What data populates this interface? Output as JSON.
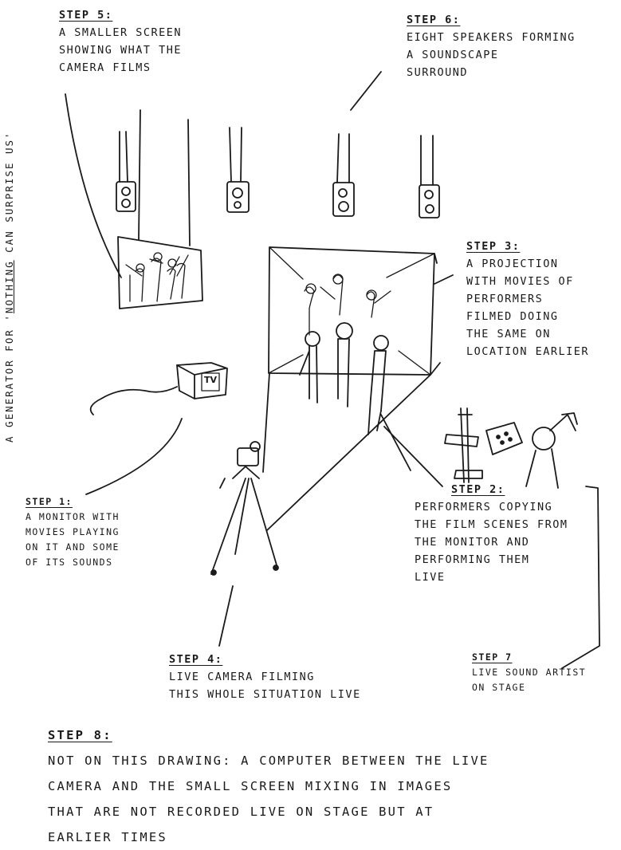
{
  "vertical_caption": {
    "prefix": "A GENERATOR FOR '",
    "underlined": "NOTHING",
    "suffix": " CAN SURPRISE US'"
  },
  "steps": {
    "step5": {
      "head": "STEP 5:",
      "lines": [
        "A SMALLER SCREEN",
        "SHOWING WHAT THE",
        "CAMERA FILMS"
      ]
    },
    "step6": {
      "head": "STEP 6:",
      "lines": [
        "EIGHT SPEAKERS FORMING",
        "A SOUNDSCAPE",
        "SURROUND"
      ]
    },
    "step3": {
      "head": "STEP 3:",
      "lines": [
        "A PROJECTION",
        "WITH MOVIES OF",
        "PERFORMERS",
        "FILMED DOING",
        "THE SAME ON",
        "LOCATION EARLIER"
      ]
    },
    "step1": {
      "head": "STEP 1:",
      "lines": [
        "A MONITOR WITH",
        "MOVIES PLAYING",
        "ON IT AND SOME",
        "OF ITS SOUNDS"
      ]
    },
    "step2": {
      "head": "STEP 2:",
      "lines": [
        "PERFORMERS COPYING",
        "THE FILM SCENES FROM",
        "THE MONITOR AND",
        "PERFORMING THEM",
        "LIVE"
      ]
    },
    "step4": {
      "head": "STEP 4:",
      "lines": [
        "LIVE CAMERA FILMING",
        "THIS WHOLE SITUATION LIVE"
      ]
    },
    "step7": {
      "head": "STEP 7",
      "lines": [
        "LIVE SOUND ARTIST",
        "ON STAGE"
      ]
    },
    "step8": {
      "head": "STEP 8:",
      "lines": [
        "NOT ON THIS DRAWING: A COMPUTER BETWEEN THE LIVE",
        "CAMERA AND THE SMALL SCREEN MIXING IN IMAGES",
        "THAT ARE NOT RECORDED LIVE ON STAGE BUT AT",
        "EARLIER TIMES"
      ]
    }
  },
  "monitor_screen_text": "TV"
}
